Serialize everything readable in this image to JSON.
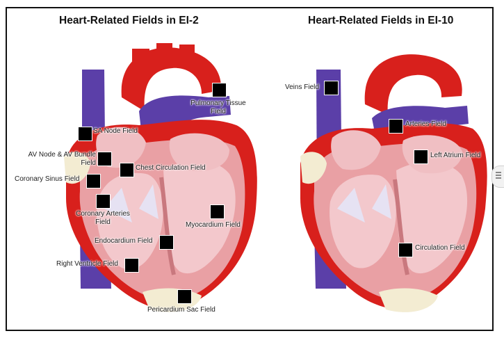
{
  "panels": {
    "left": {
      "title": "Heart-Related Fields in EI-2",
      "labels": {
        "pulmonary_tissue_1": "Pulmonary Tissue",
        "pulmonary_tissue_2": "Field",
        "sa_node": "SA Node Field",
        "av_node_1": "AV Node & AV Bundle",
        "av_node_2": "Field",
        "chest_circulation": "Chest Circulation Field",
        "coronary_sinus": "Coronary Sinus Field",
        "coronary_arteries_1": "Coronary Arteries",
        "coronary_arteries_2": "Field",
        "myocardium": "Myocardium Field",
        "endocardium": "Endocardium Field",
        "right_ventricle": "Right Ventricle Field",
        "pericardium_sac": "Pericardium Sac Field"
      }
    },
    "right": {
      "title": "Heart-Related Fields in EI-10",
      "labels": {
        "veins": "Veins Field",
        "arteries": "Arteries Field",
        "left_atrium": "Left Atrium Field",
        "circulation": "Circulation Field"
      }
    }
  },
  "colors": {
    "vein_blue": "#5b3fa8",
    "artery_red": "#d8201c",
    "muscle_pink": "#e9a0a4",
    "chamber_light": "#f3c8cc",
    "fat_cream": "#f3ecd2",
    "marker": "#000000"
  }
}
